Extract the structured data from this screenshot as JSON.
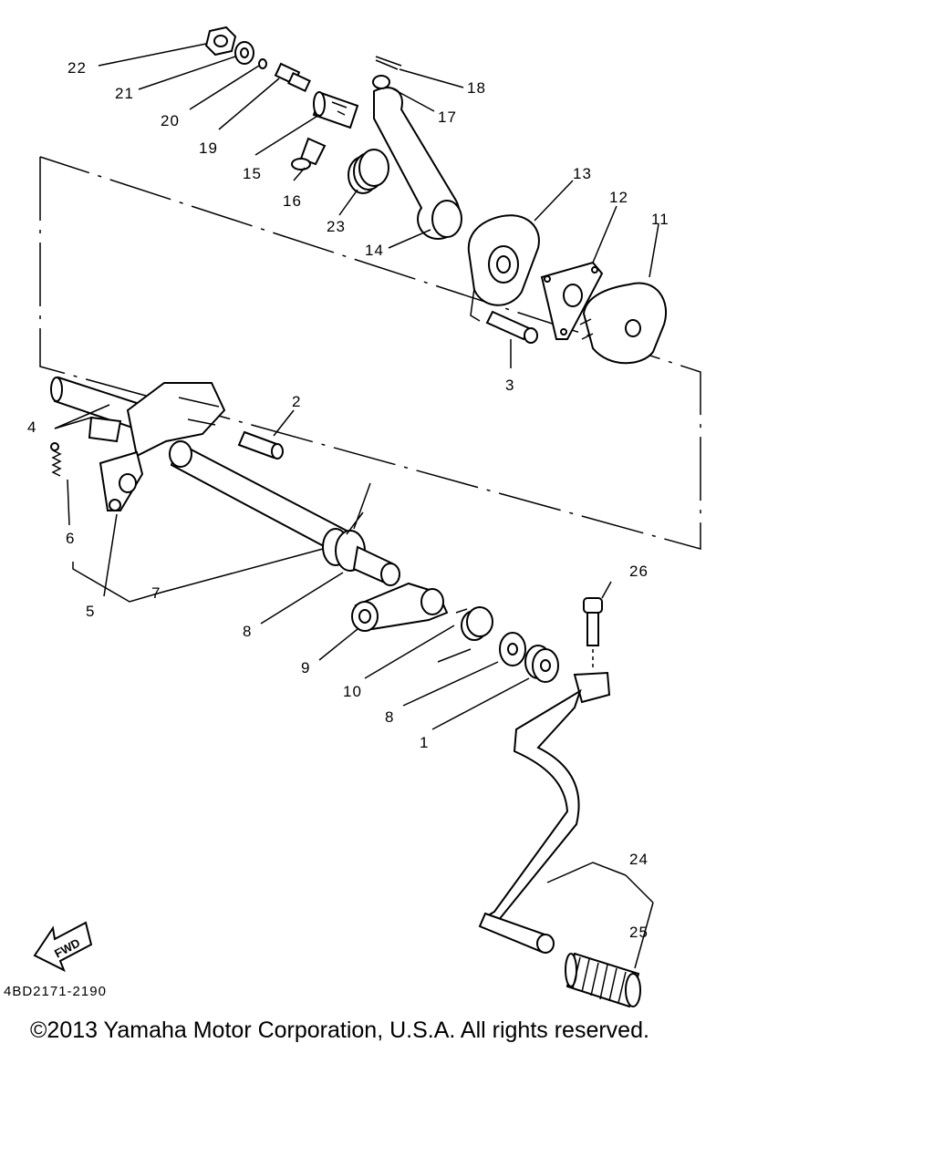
{
  "diagram": {
    "drawing_code": "4BD2171-2190",
    "fwd_label": "FWD",
    "callouts": [
      "22",
      "21",
      "20",
      "19",
      "15",
      "16",
      "23",
      "14",
      "18",
      "17",
      "13",
      "12",
      "11",
      "3",
      "2",
      "4",
      "6",
      "5",
      "7",
      "8",
      "9",
      "10",
      "8",
      "1",
      "26",
      "24",
      "25"
    ]
  },
  "footer": {
    "copyright": "©2013 Yamaha Motor Corporation, U.S.A. All rights reserved."
  },
  "colors": {
    "ink": "#000000",
    "paper": "#ffffff"
  }
}
